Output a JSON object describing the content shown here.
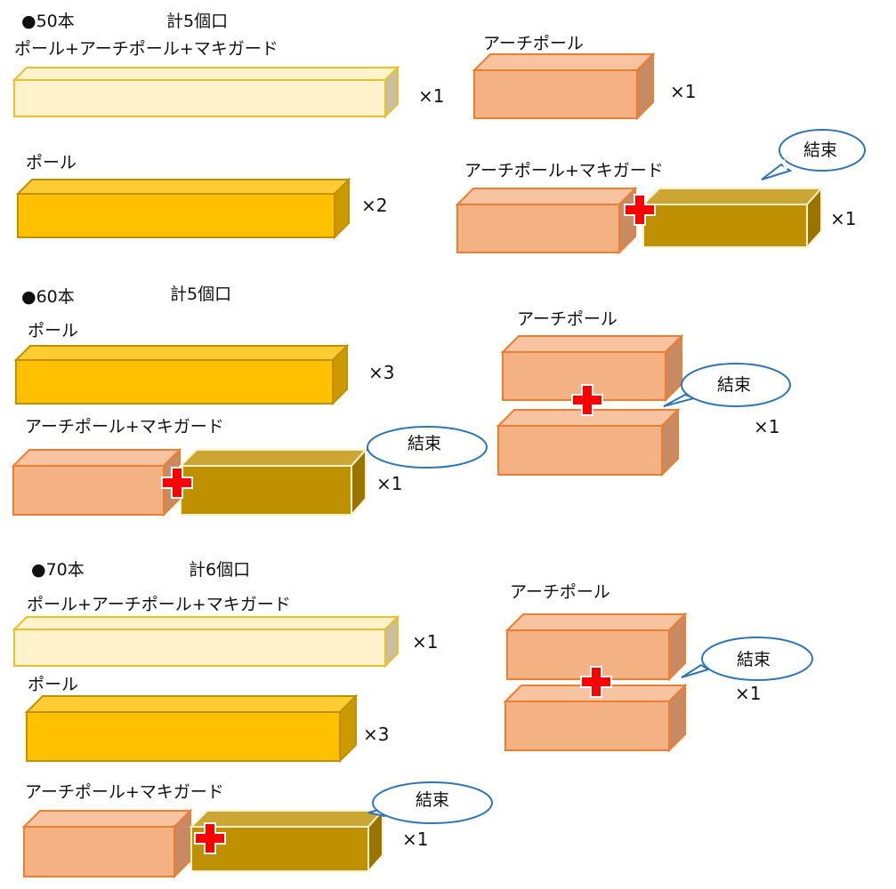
{
  "colors": {
    "combined_front": "#FFF2CC",
    "combined_top": "#FFF2CC",
    "combined_side": "#C9BFA0",
    "combined_stroke": "#E8C02A",
    "pole_front": "#FFC000",
    "pole_top": "#FFCC33",
    "pole_side": "#CC9A00",
    "pole_stroke": "#BF9000",
    "arch_front": "#F4B183",
    "arch_top": "#F7C3A0",
    "arch_side": "#C88A62",
    "arch_stroke": "#ED7D31",
    "guard_front": "#BF9000",
    "guard_top": "#CCA633",
    "guard_side": "#9A7400",
    "guard_stroke": "#FFF2CC",
    "plus": "#FF0000",
    "bubble_stroke": "#2E75B6"
  },
  "sections": [
    {
      "title": "●50本",
      "total": "計5個口",
      "items": [
        {
          "label": "ポール+アーチポール+マキガード",
          "qty": "×1"
        },
        {
          "label": "ポール",
          "qty": "×2"
        },
        {
          "label": "アーチポール",
          "qty": "×1"
        },
        {
          "label": "アーチポール+マキガード",
          "qty": "×1",
          "callout": "結束"
        }
      ]
    },
    {
      "title": "●60本",
      "total": "計5個口",
      "items": [
        {
          "label": "ポール",
          "qty": "×3"
        },
        {
          "label": "アーチポール+マキガード",
          "qty": "×1",
          "callout": "結束"
        },
        {
          "label": "アーチポール",
          "qty": "×1",
          "callout": "結束"
        }
      ]
    },
    {
      "title": "●70本",
      "total": "計6個口",
      "items": [
        {
          "label": "ポール+アーチポール+マキガード",
          "qty": "×1"
        },
        {
          "label": "ポール",
          "qty": "×3"
        },
        {
          "label": "アーチポール",
          "qty": "×1",
          "callout": "結束"
        },
        {
          "label": "アーチポール+マキガード",
          "qty": "×1",
          "callout": "結束"
        }
      ]
    }
  ]
}
